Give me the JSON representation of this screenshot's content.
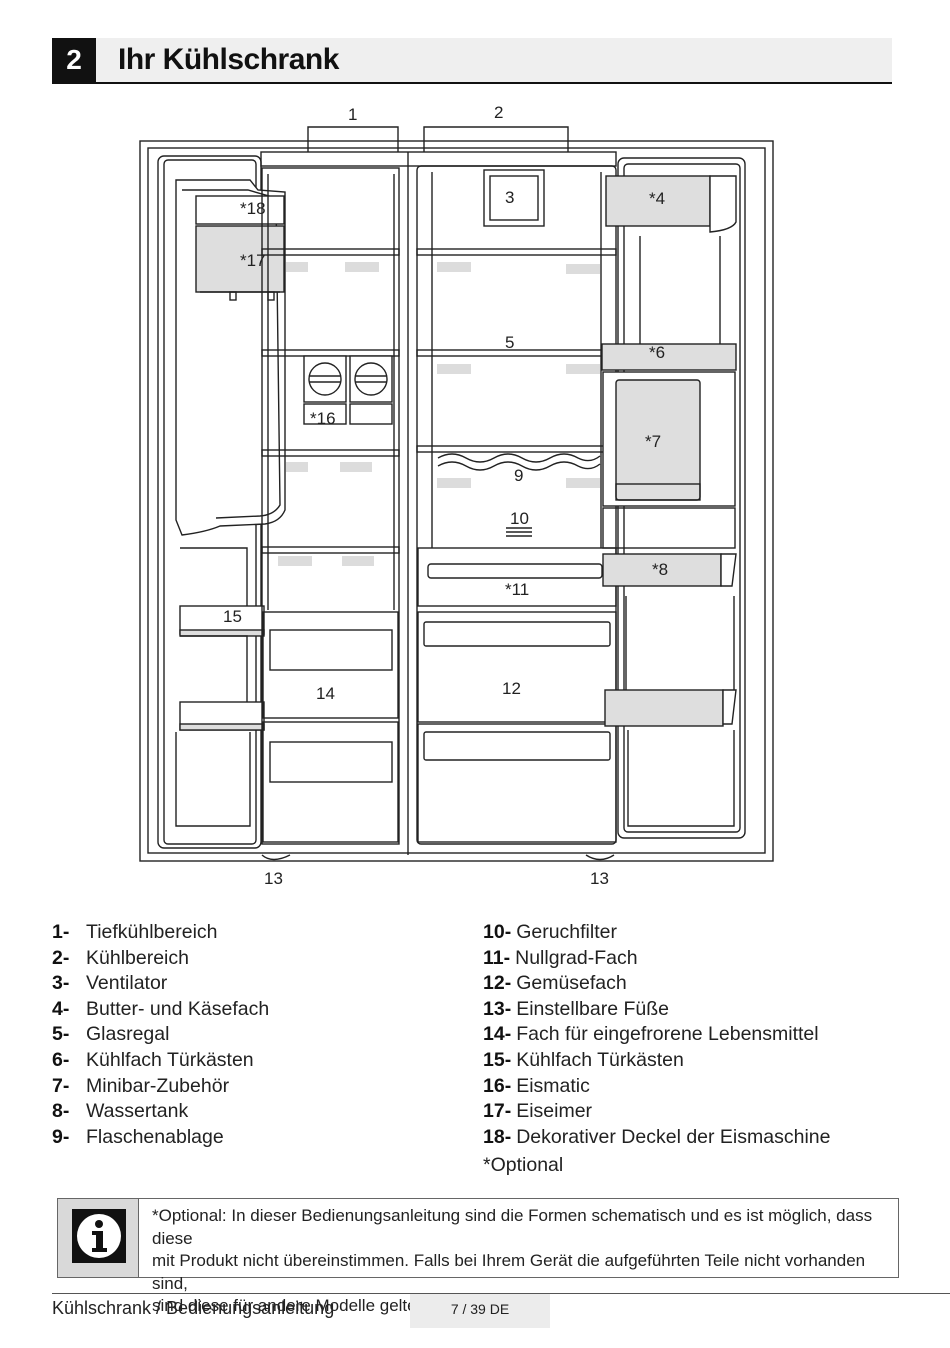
{
  "header": {
    "number": "2",
    "title": "Ihr Kühlschrank"
  },
  "diagram": {
    "labels": [
      "1",
      "2",
      "3",
      "*4",
      "5",
      "*6",
      "*7",
      "*8",
      "9",
      "10",
      "*11",
      "12",
      "13",
      "13",
      "14",
      "15",
      "*16",
      "*17",
      "*18"
    ]
  },
  "legend": {
    "left": [
      {
        "num": "1-",
        "text": "Tiefkühlbereich"
      },
      {
        "num": "2-",
        "text": "Kühlbereich"
      },
      {
        "num": "3-",
        "text": "Ventilator"
      },
      {
        "num": "4-",
        "text": "Butter- und Käsefach"
      },
      {
        "num": "5-",
        "text": "Glasregal"
      },
      {
        "num": "6-",
        "text": "Kühlfach Türkästen"
      },
      {
        "num": "7-",
        "text": "Minibar-Zubehör"
      },
      {
        "num": "8-",
        "text": "Wassertank"
      },
      {
        "num": "9-",
        "text": "Flaschenablage"
      }
    ],
    "right": [
      {
        "num": "10-",
        "text": "Geruchfilter"
      },
      {
        "num": "11-",
        "text": "Nullgrad-Fach"
      },
      {
        "num": "12-",
        "text": "Gemüsefach"
      },
      {
        "num": "13-",
        "text": "Einstellbare Füße"
      },
      {
        "num": "14-",
        "text": "Fach für eingefrorene Lebensmittel"
      },
      {
        "num": "15-",
        "text": "Kühlfach Türkästen"
      },
      {
        "num": "16-",
        "text": "Eismatic"
      },
      {
        "num": "17-",
        "text": "Eiseimer"
      },
      {
        "num": "18-",
        "text": "Dekorativer Deckel der Eismaschine"
      }
    ],
    "optional_note": "*Optional"
  },
  "info": {
    "lines": [
      "*Optional: In dieser Bedienungsanleitung sind die Formen schematisch und es ist möglich, dass diese",
      "mit Produkt nicht übereinstimmen. Falls bei Ihrem Gerät die aufgeführten Teile nicht vorhanden sind,",
      "sind diese für andere Modelle geltend."
    ]
  },
  "footer": {
    "left": "Kühlschrank / Bedienungsanleitung",
    "page": "7 / 39  DE"
  }
}
